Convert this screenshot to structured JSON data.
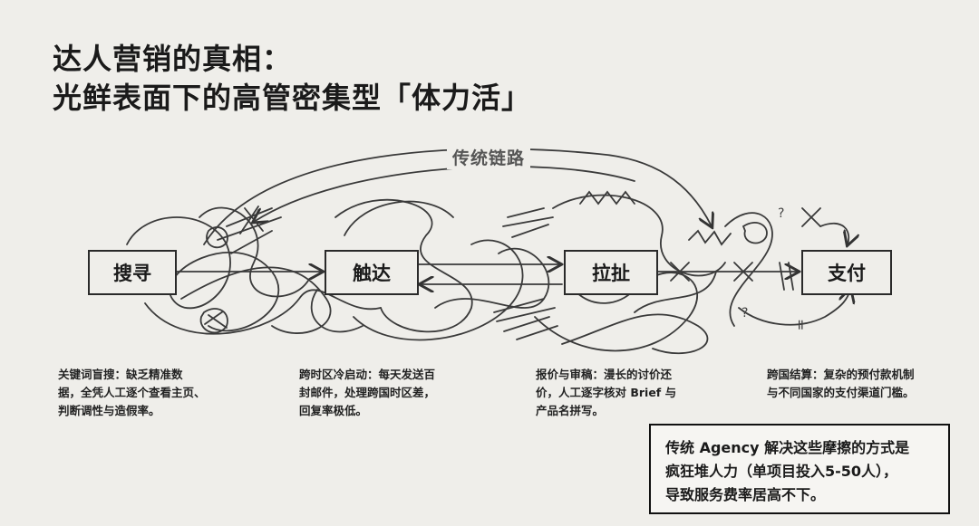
{
  "title": {
    "line1": "达人营销的真相：",
    "line2": "光鲜表面下的高管密集型「体力活」"
  },
  "chain_label": "传统链路",
  "nodes": {
    "search": "搜寻",
    "reach": "触达",
    "negotiate": "拉扯",
    "pay": "支付"
  },
  "marks": {
    "q1": "?",
    "q2": "?",
    "equals": "="
  },
  "descriptions": {
    "search": [
      "关键词盲搜：缺乏精准数",
      "据，全凭人工逐个查看主页、",
      "判断调性与造假率。"
    ],
    "reach": [
      "跨时区冷启动：每天发送百",
      "封邮件，处理跨国时区差，",
      "回复率极低。"
    ],
    "negotiate": [
      "报价与审稿：漫长的讨价还",
      "价，人工逐字核对 Brief 与",
      "产品名拼写。"
    ],
    "pay": [
      "跨国结算：复杂的预付款机制",
      "与不同国家的支付渠道门槛。"
    ]
  },
  "callout": [
    "传统 Agency 解决这些摩擦的方式是",
    "疯狂堆人力（单项目投入5-50人），",
    "导致服务费率居高不下。"
  ]
}
